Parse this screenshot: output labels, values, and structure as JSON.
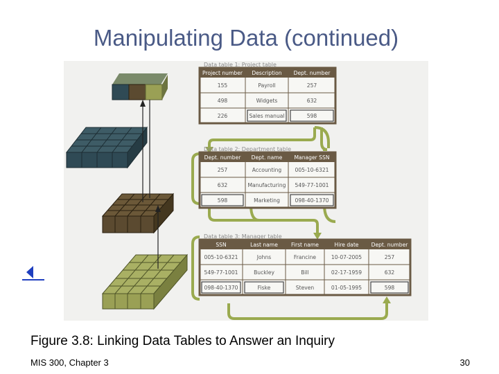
{
  "slide": {
    "title": "Manipulating Data (continued)",
    "caption": "Figure 3.8: Linking Data Tables to Answer an Inquiry",
    "footer_left": "MIS 300, Chapter 3",
    "page_number": "30"
  },
  "figure": {
    "tables": [
      {
        "title": "Data table 1: Project table",
        "headers": [
          "Project number",
          "Description",
          "Dept. number"
        ],
        "rows": [
          [
            "155",
            "Payroll",
            "257"
          ],
          [
            "498",
            "Widgets",
            "632"
          ],
          [
            "226",
            "Sales manual",
            "598"
          ]
        ]
      },
      {
        "title": "Data table 2: Department table",
        "headers": [
          "Dept. number",
          "Dept. name",
          "Manager SSN"
        ],
        "rows": [
          [
            "257",
            "Accounting",
            "005-10-6321"
          ],
          [
            "632",
            "Manufacturing",
            "549-77-1001"
          ],
          [
            "598",
            "Marketing",
            "098-40-1370"
          ]
        ]
      },
      {
        "title": "Data table 3: Manager table",
        "headers": [
          "SSN",
          "Last name",
          "First name",
          "Hire date",
          "Dept. number"
        ],
        "rows": [
          [
            "005-10-6321",
            "Johns",
            "Francine",
            "10-07-2005",
            "257"
          ],
          [
            "549-77-1001",
            "Buckley",
            "Bill",
            "02-17-1959",
            "632"
          ],
          [
            "098-40-1370",
            "Fiske",
            "Steven",
            "01-05-1995",
            "598"
          ]
        ]
      }
    ],
    "colors": {
      "teal": "#2f4a55",
      "brown": "#5b4a30",
      "olive": "#9aa055",
      "table_frame": "#6a5a44",
      "link_arrow": "#9aaa4f"
    }
  }
}
